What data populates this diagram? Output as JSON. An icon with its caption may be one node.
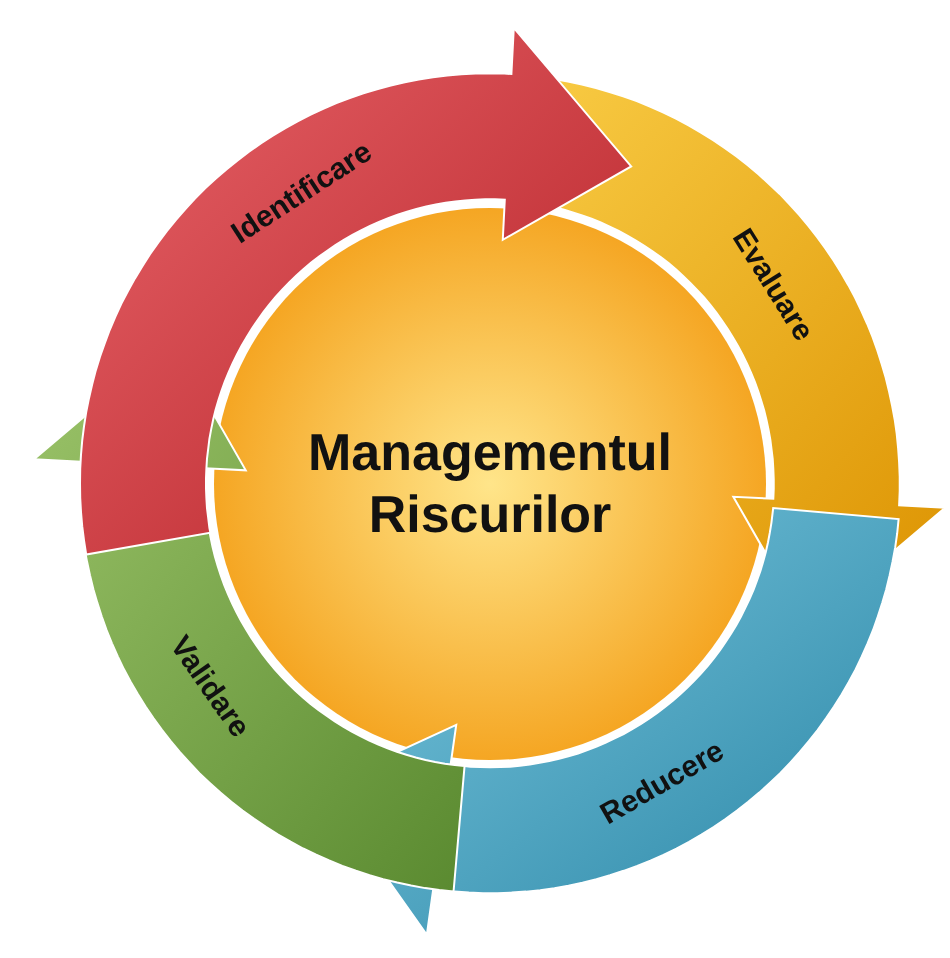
{
  "diagram": {
    "nodes": [
      {
        "text": [
          "Managementul Riscurilor"
        ]
      },
      {
        "text": [
          "Identificare"
        ]
      },
      {
        "text": [
          "Evaluare"
        ]
      },
      {
        "text": [
          "Reducere"
        ]
      },
      {
        "text": [
          "Validare"
        ]
      }
    ]
  }
}
